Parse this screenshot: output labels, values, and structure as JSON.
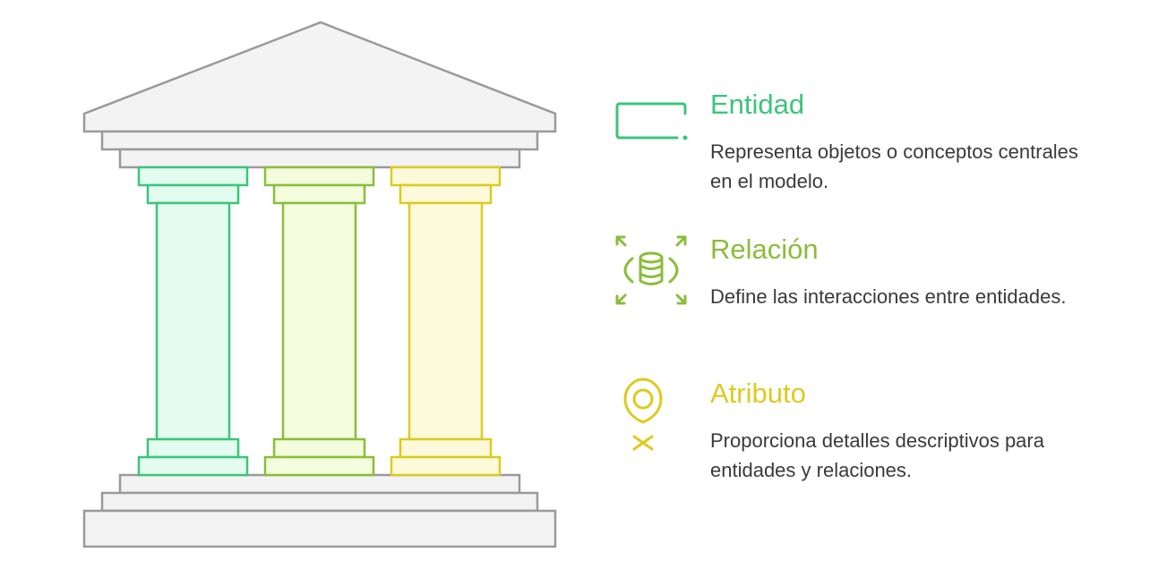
{
  "colors": {
    "green": "#3cc47c",
    "olive": "#8bbd3a",
    "yellow": "#dccb1e",
    "gray": "#9a9a9a",
    "text": "#3a3a3a"
  },
  "items": [
    {
      "title": "Entidad",
      "description": "Representa objetos o conceptos centrales en el modelo.",
      "color": "#3cc47c",
      "icon": "rectangle-entity-icon"
    },
    {
      "title": "Relación",
      "description": "Define las interacciones entre entidades.",
      "color": "#8bbd3a",
      "icon": "database-expand-icon"
    },
    {
      "title": "Atributo",
      "description": "Proporciona detalles descriptivos para entidades y relaciones.",
      "color": "#dccb1e",
      "icon": "location-pin-icon"
    }
  ]
}
